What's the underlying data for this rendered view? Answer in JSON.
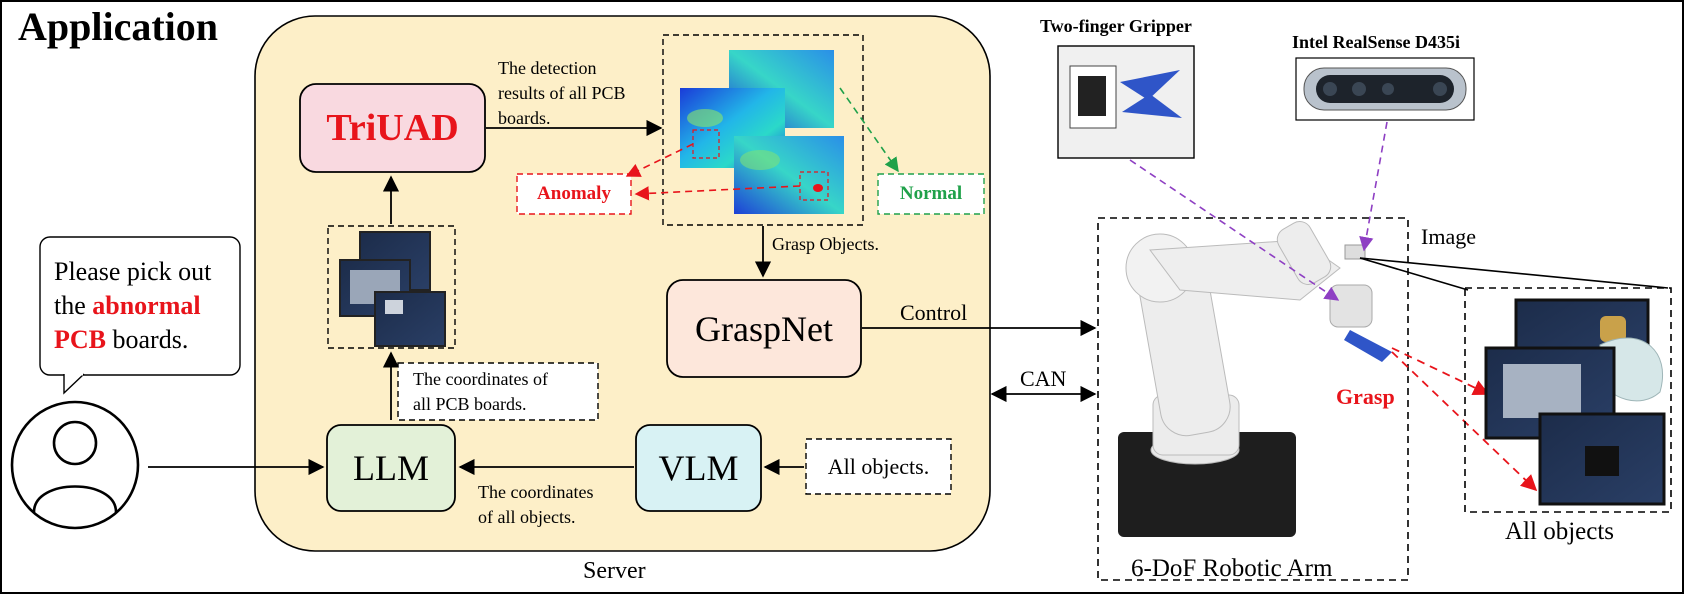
{
  "title": "Application",
  "server": {
    "label": "Server",
    "triuad": "TriUAD",
    "graspnet": "GraspNet",
    "llm": "LLM",
    "vlm": "VLM",
    "all_objects_box": "All objects.",
    "detection_text": [
      "The detection",
      "results of all PCB",
      "boards."
    ],
    "anomaly": "Anomaly",
    "normal": "Normal",
    "grasp_objects": "Grasp Objects.",
    "pcb_coords": [
      "The coordinates of",
      "all PCB boards."
    ],
    "object_coords": [
      "The coordinates",
      "of all objects."
    ]
  },
  "user": {
    "speech_plain_1": "Please pick out",
    "speech_plain_2": "the ",
    "speech_bold_1": "abnormal",
    "speech_bold_2": "PCB",
    "speech_plain_3": " boards."
  },
  "links": {
    "control": "Control",
    "can": "CAN",
    "image": "Image"
  },
  "hardware": {
    "gripper": "Two-finger Gripper",
    "camera": "Intel RealSense D435i",
    "arm": "6-DoF Robotic Arm",
    "grasp": "Grasp",
    "all_objects": "All objects"
  },
  "colors": {
    "server_bg": "#fdefc8",
    "triuad_bg": "#f9d9e0",
    "graspnet_bg": "#fde7db",
    "llm_bg": "#e3f1d8",
    "vlm_bg": "#d8f2f4",
    "red": "#e8141b",
    "green": "#1fa14a",
    "purple": "#8e3fc3"
  }
}
